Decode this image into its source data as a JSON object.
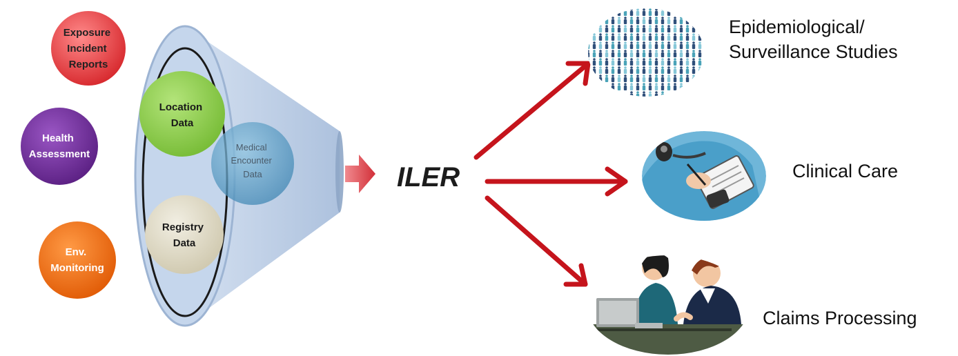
{
  "sources": [
    {
      "id": "exposure",
      "lines": [
        "Exposure",
        "Incident",
        "Reports"
      ],
      "color": "#e8393d"
    },
    {
      "id": "health",
      "lines": [
        "Health",
        "Assessment"
      ],
      "color": "#6b2a91"
    },
    {
      "id": "env",
      "lines": [
        "Env.",
        "Monitoring"
      ],
      "color": "#f06a10"
    }
  ],
  "funnel_items": [
    {
      "id": "location",
      "lines": [
        "Location",
        "Data"
      ],
      "color": "#8dce4a"
    },
    {
      "id": "registry",
      "lines": [
        "Registry",
        "Data"
      ],
      "color": "#ddd8c6"
    },
    {
      "id": "medical",
      "lines": [
        "Medical",
        "Encounter",
        "Data"
      ],
      "color": "#5f9ec4"
    }
  ],
  "hub": {
    "label": "ILER"
  },
  "outputs": [
    {
      "id": "epi",
      "lines": [
        "Epidemiological/",
        "Surveillance Studies"
      ],
      "icon": "people-crowd-icon"
    },
    {
      "id": "clinical",
      "lines": [
        "Clinical Care"
      ],
      "icon": "doctor-clipboard-icon"
    },
    {
      "id": "claims",
      "lines": [
        "Claims Processing"
      ],
      "icon": "meeting-laptop-icon"
    }
  ],
  "colors": {
    "funnel": "#b9cde6",
    "funnel_edge": "#8ea6c6",
    "arrow_red": "#c5141c",
    "hub_arrow": "#d93a42"
  }
}
